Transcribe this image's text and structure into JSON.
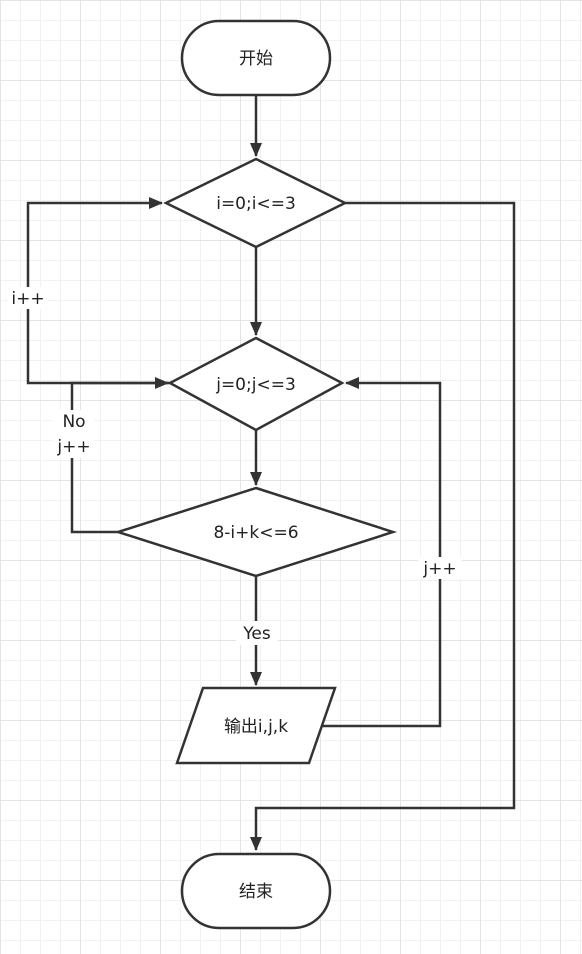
{
  "nodes": {
    "start": "开始",
    "loop_i": "i=0;i<=3",
    "loop_j": "j=0;j<=3",
    "condition": "8-i+k<=6",
    "output": "输出i,j,k",
    "end": "结束"
  },
  "edge_labels": {
    "i_increment": "i++",
    "no": "No",
    "no_j_increment": "j++",
    "yes": "Yes",
    "j_increment": "j++"
  },
  "colors": {
    "stroke": "#333333",
    "fill": "#ffffff",
    "text": "#222222",
    "grid": "#e4e4e4"
  }
}
